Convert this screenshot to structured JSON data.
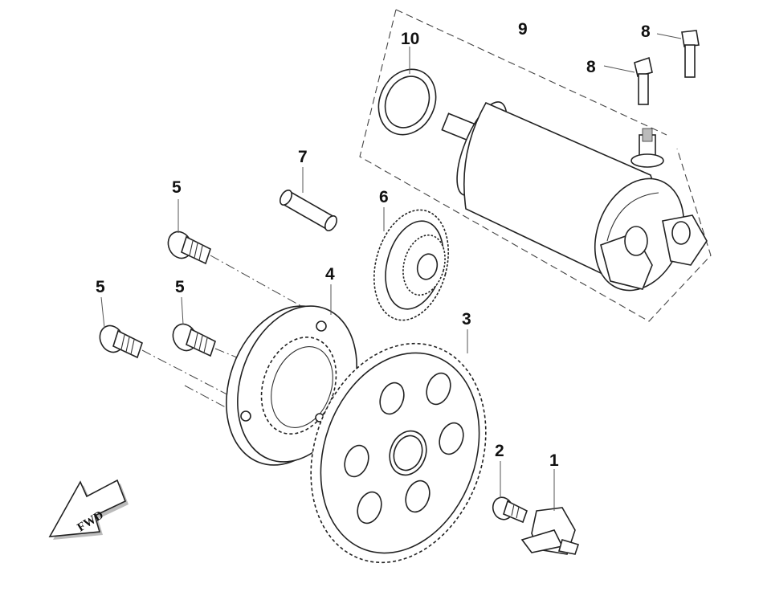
{
  "callouts": {
    "p1": "1",
    "p2": "2",
    "p3": "3",
    "p4": "4",
    "p5a": "5",
    "p5b": "5",
    "p5c": "5",
    "p6": "6",
    "p7": "7",
    "p8a": "8",
    "p8b": "8",
    "p9": "9",
    "p10": "10"
  },
  "direction_arrow": {
    "label": "FWD"
  }
}
